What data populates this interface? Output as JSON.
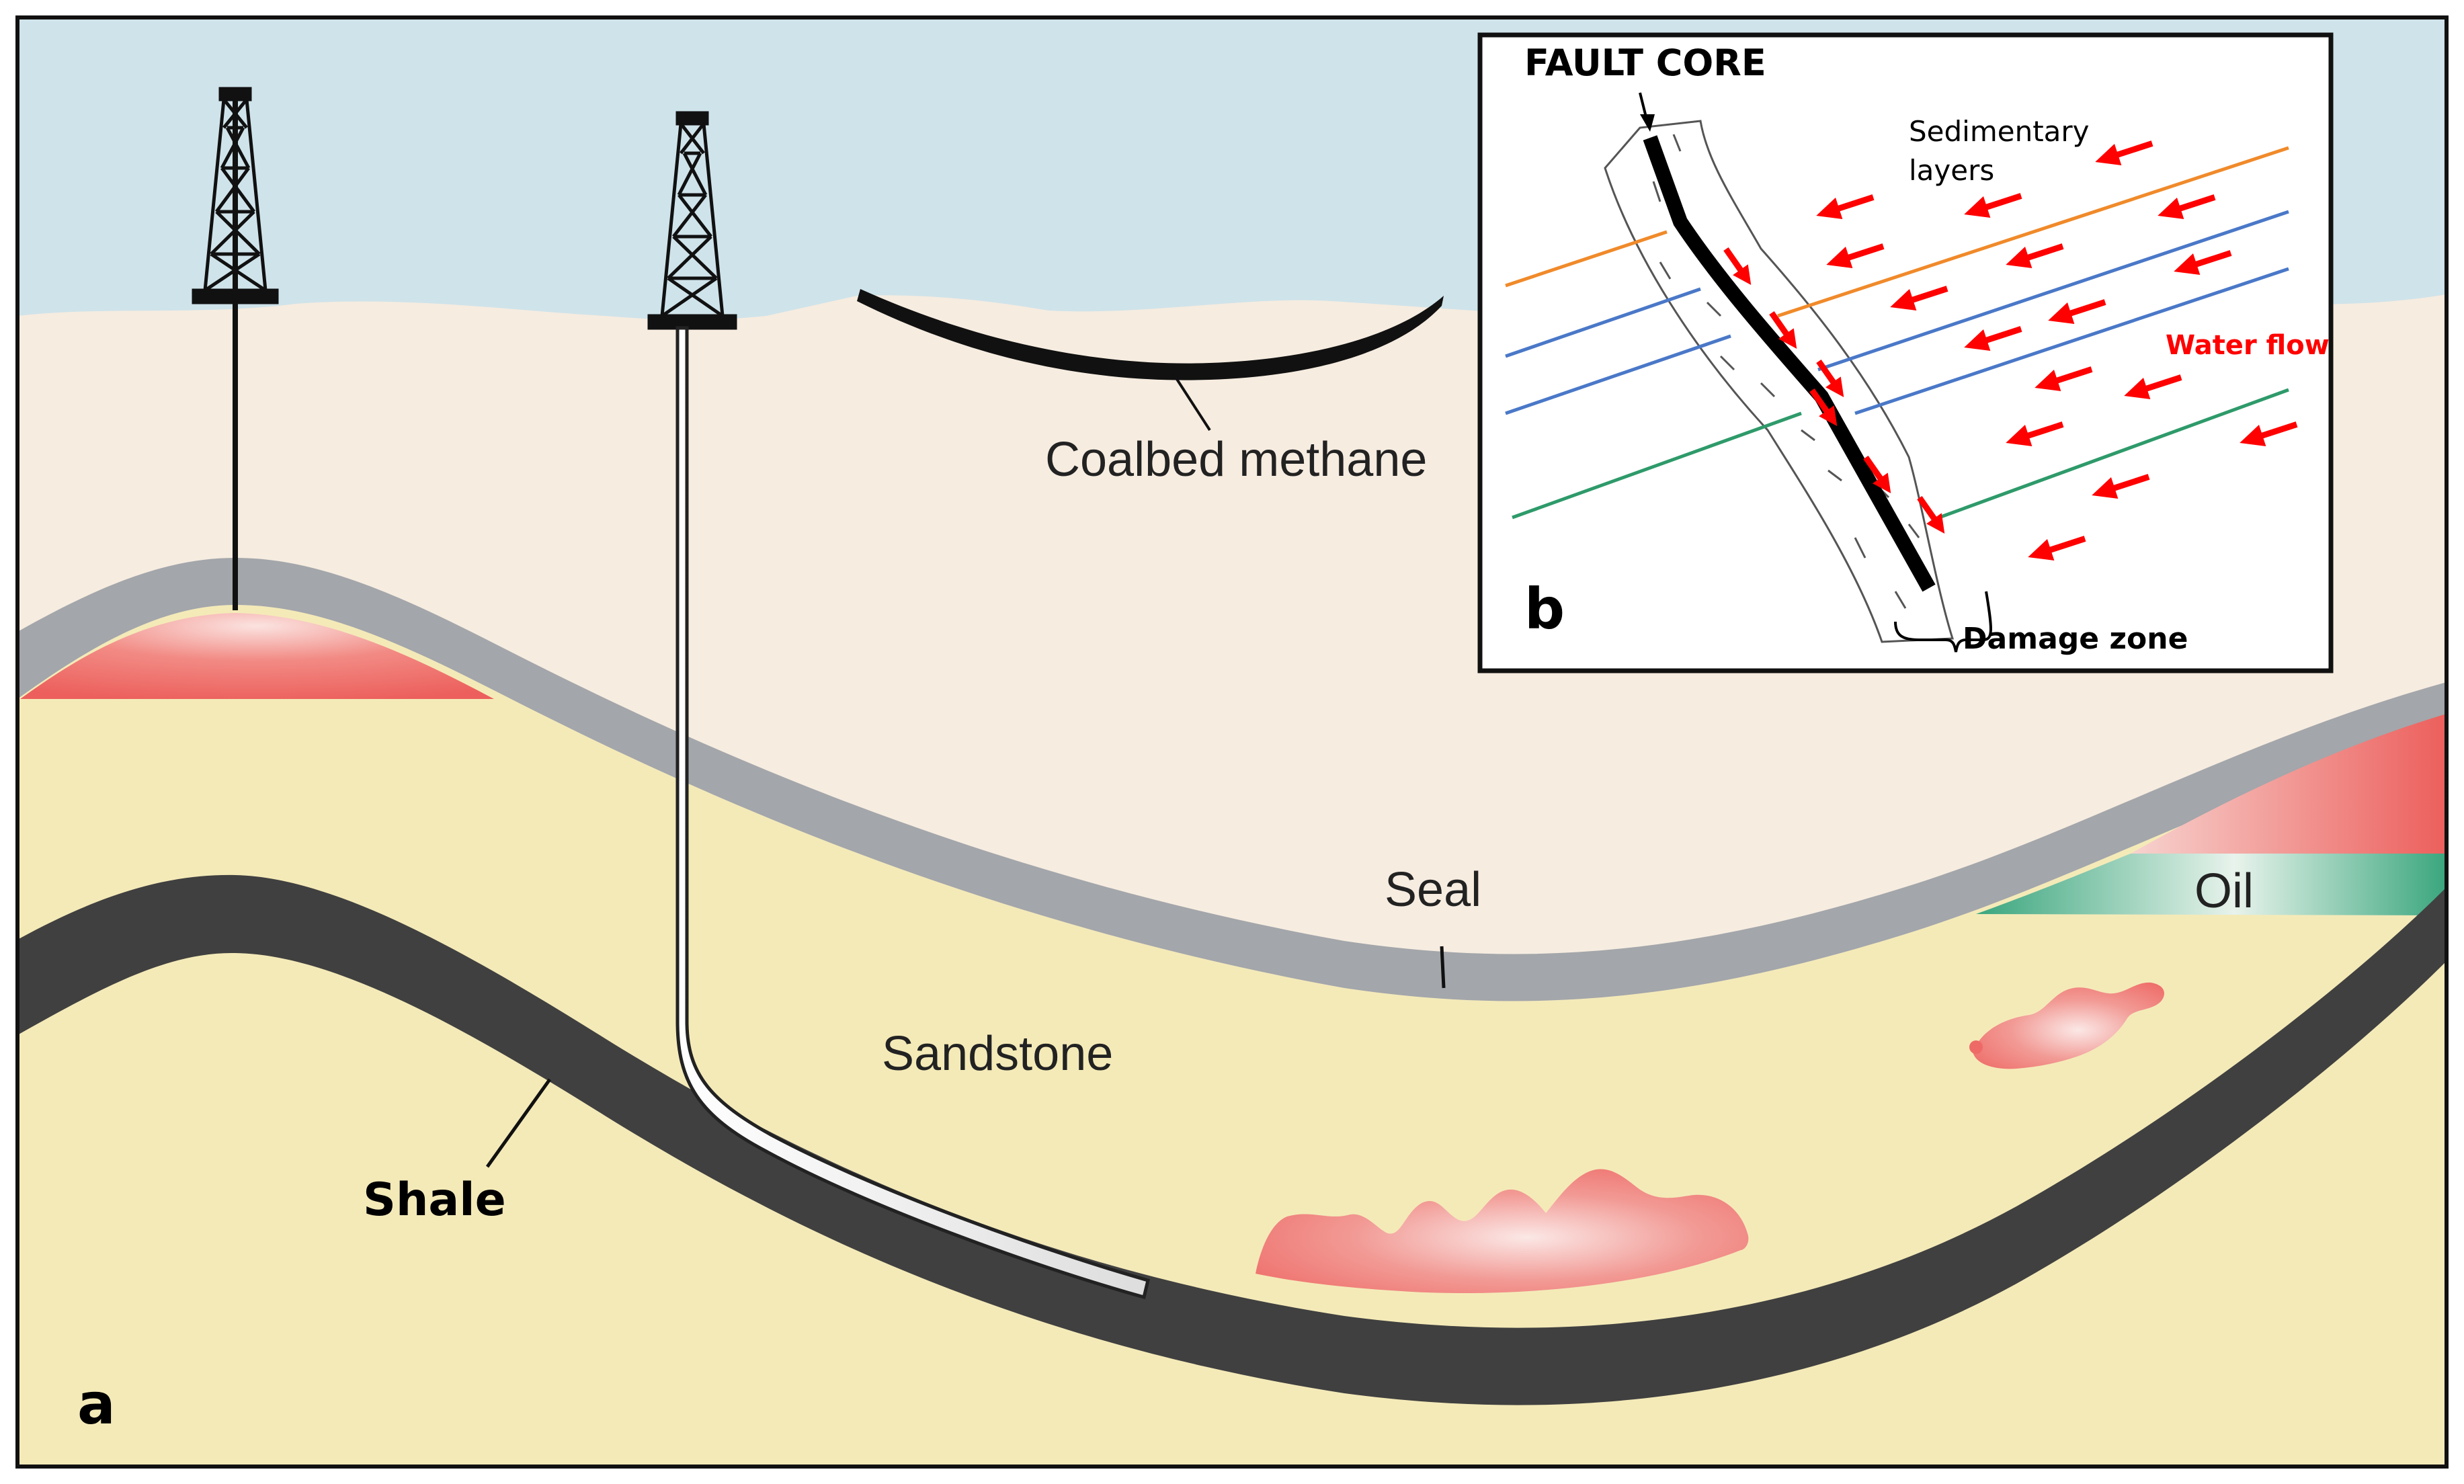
{
  "panel_a": {
    "panel_letter": "a",
    "labels": {
      "coalbed_methane": "Coalbed methane",
      "seal": "Seal",
      "oil": "Oil",
      "sandstone": "Sandstone",
      "shale": "Shale"
    }
  },
  "panel_b": {
    "panel_letter": "b",
    "labels": {
      "fault_core": "FAULT CORE",
      "sedimentary_line1": "Sedimentary",
      "sedimentary_line2": "layers",
      "water_flow": "Water flow",
      "damage_zone": "Damage zone"
    }
  },
  "colors": {
    "sky": "#cfe3ea",
    "overburden": "#f6ece0",
    "sandstone": "#f4eab8",
    "seal": "#a3a6aa",
    "shale": "#404040",
    "hydrocarbon": "#ee6a66",
    "oil": "#3fae86",
    "arrow": "#ff0000",
    "orange_layer": "#f08a2a",
    "blue_layer": "#4a78c8",
    "green_layer": "#2e9a6a"
  }
}
